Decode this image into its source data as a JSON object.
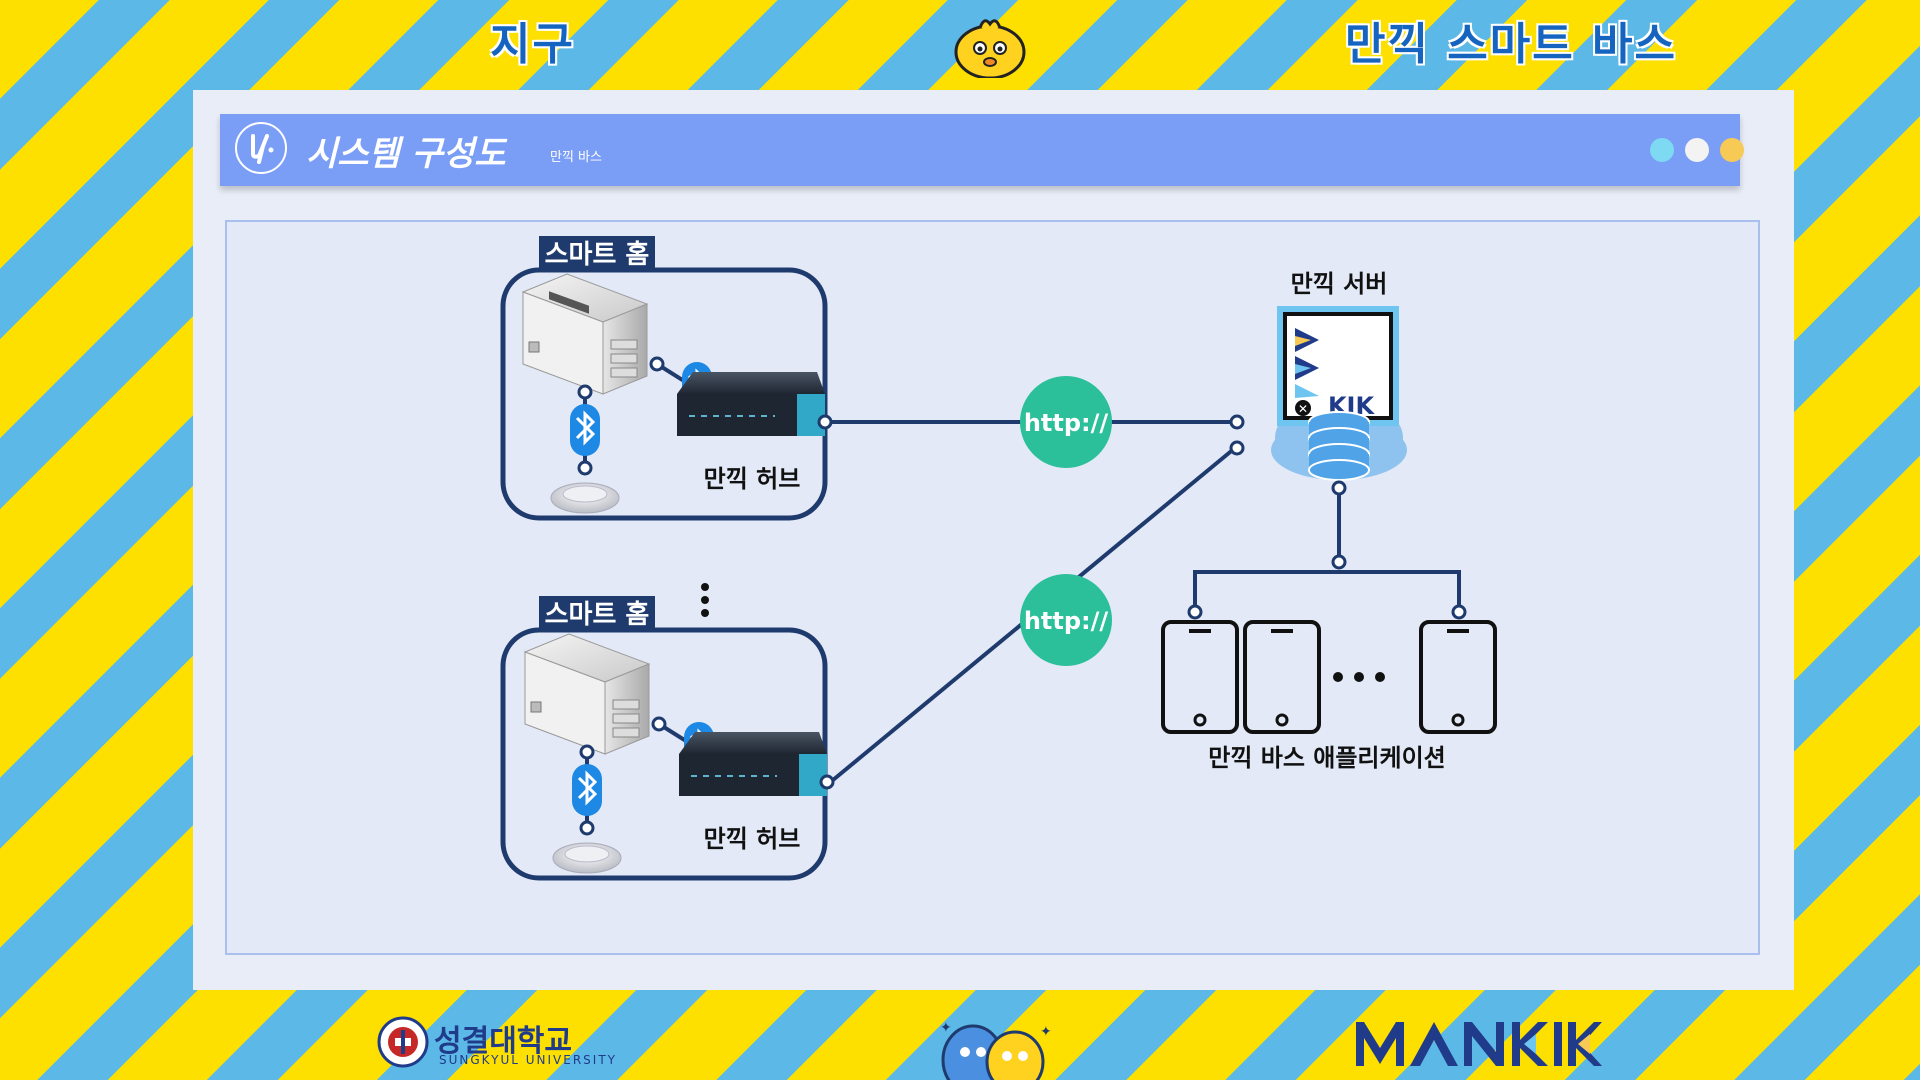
{
  "banner": {
    "left_title": "지구",
    "right_title": "만끽 스마트 바스"
  },
  "header": {
    "title": "시스템 구성도",
    "subtitle": "만끽 바스"
  },
  "diagram": {
    "home_labels": [
      "스마트 홈",
      "스마트 홈"
    ],
    "hub_labels": [
      "만끽 허브",
      "만끽 허브"
    ],
    "protocol_labels": [
      "http://",
      "http://"
    ],
    "server_label": "만끽 서버",
    "app_label": "만끽 바스 애플리케이션",
    "server_logo_text": "KIK"
  },
  "footer": {
    "university_name": "성결대학교",
    "university_sub": "SUNGKYUL UNIVERSITY",
    "brand_logo": "MANKIK"
  },
  "colors": {
    "navy": "#1f3b6e",
    "teal": "#2bbf9a",
    "header_blue": "#7a9ef6",
    "bluetooth": "#1e88e5"
  }
}
